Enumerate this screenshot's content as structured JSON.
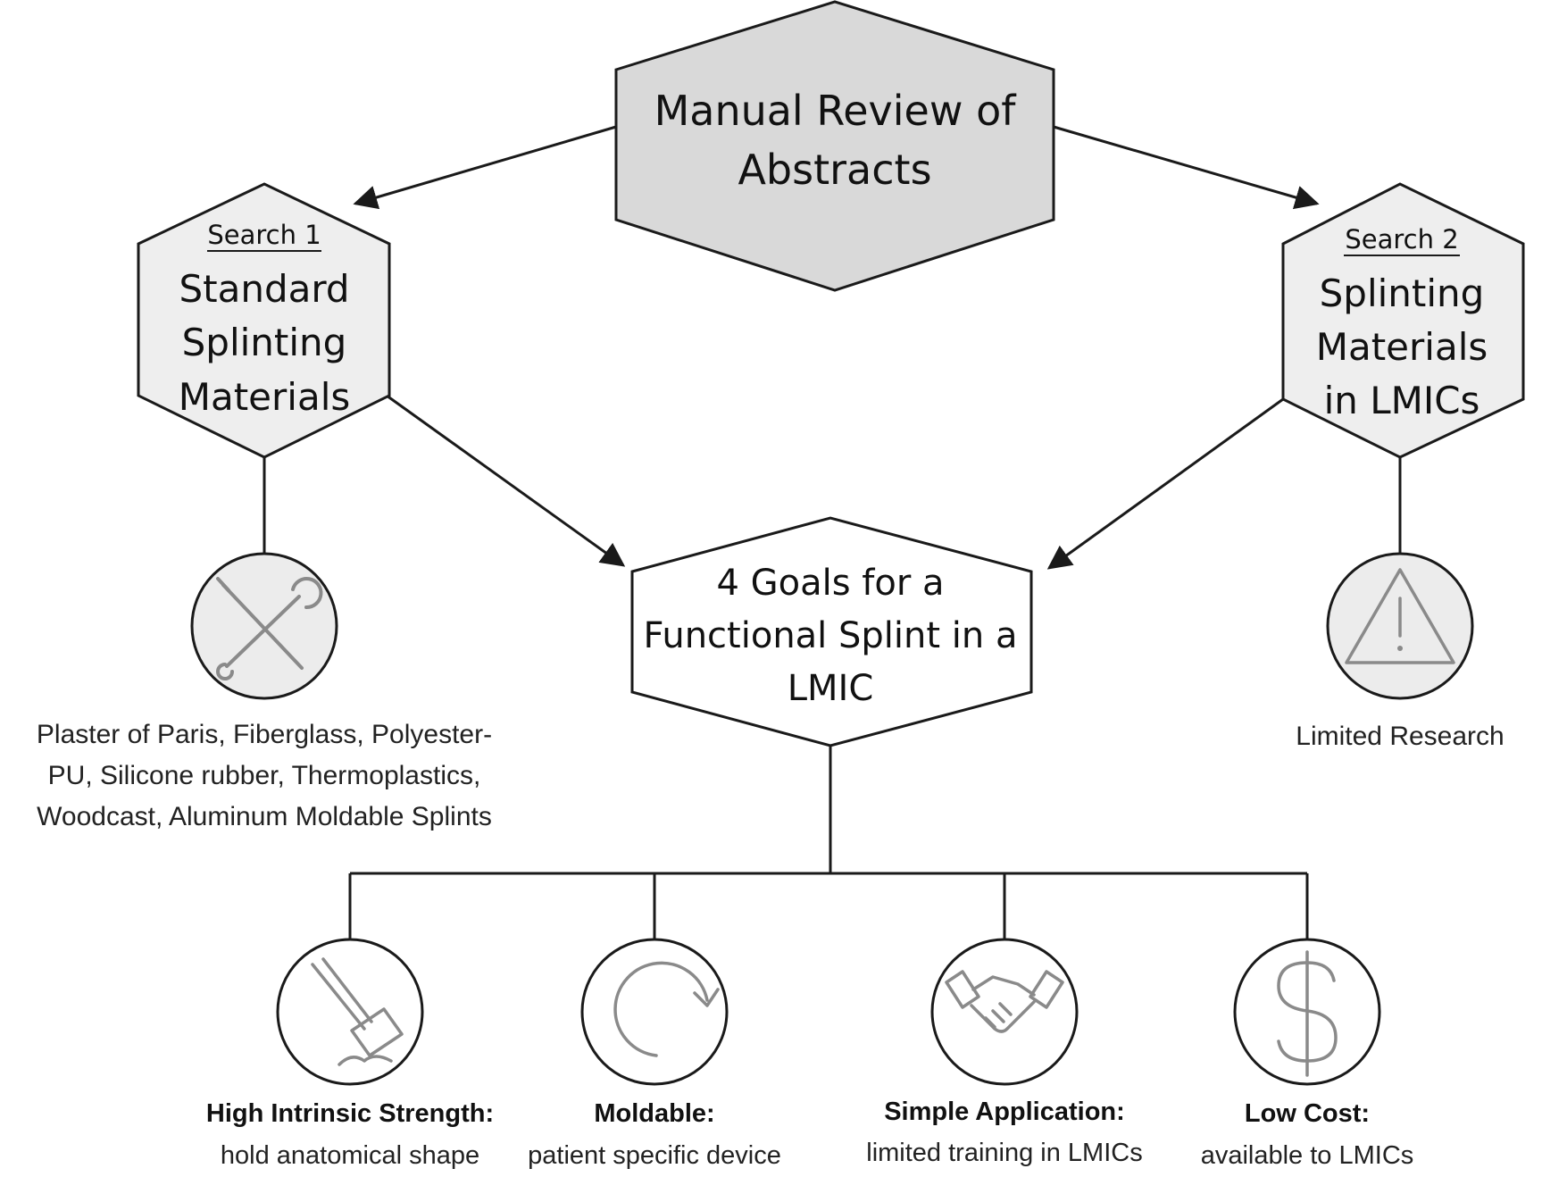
{
  "top": {
    "title_line1": "Manual Review of",
    "title_line2": "Abstracts"
  },
  "search1": {
    "label": "Search 1",
    "line1": "Standard",
    "line2": "Splinting",
    "line3": "Materials",
    "icon": "tools-icon",
    "caption_line1": "Plaster of Paris, Fiberglass, Polyester-",
    "caption_line2": "PU, Silicone rubber, Thermoplastics,",
    "caption_line3": "Woodcast, Aluminum Moldable Splints"
  },
  "search2": {
    "label": "Search 2",
    "line1": "Splinting",
    "line2": "Materials",
    "line3": "in LMICs",
    "icon": "warning-icon",
    "caption": "Limited Research"
  },
  "center": {
    "line1": "4 Goals for a",
    "line2": "Functional Splint in a",
    "line3": "LMIC"
  },
  "goals": [
    {
      "title": "High Intrinsic Strength:",
      "desc": "hold anatomical shape",
      "icon": "hammer-icon"
    },
    {
      "title": "Moldable:",
      "desc": "patient specific device",
      "icon": "rotate-arrow-icon"
    },
    {
      "title": "Simple Application:",
      "desc": "limited training in LMICs",
      "icon": "handshake-icon"
    },
    {
      "title": "Low Cost:",
      "desc": "available to LMICs",
      "icon": "dollar-icon"
    }
  ],
  "colors": {
    "top_fill": "#d9d9d9",
    "side_fill": "#eeeeee",
    "center_fill": "#ffffff",
    "icon_fill": "#ececec",
    "icon_glyph": "#8a8a8a",
    "stroke": "#1a1a1a"
  }
}
